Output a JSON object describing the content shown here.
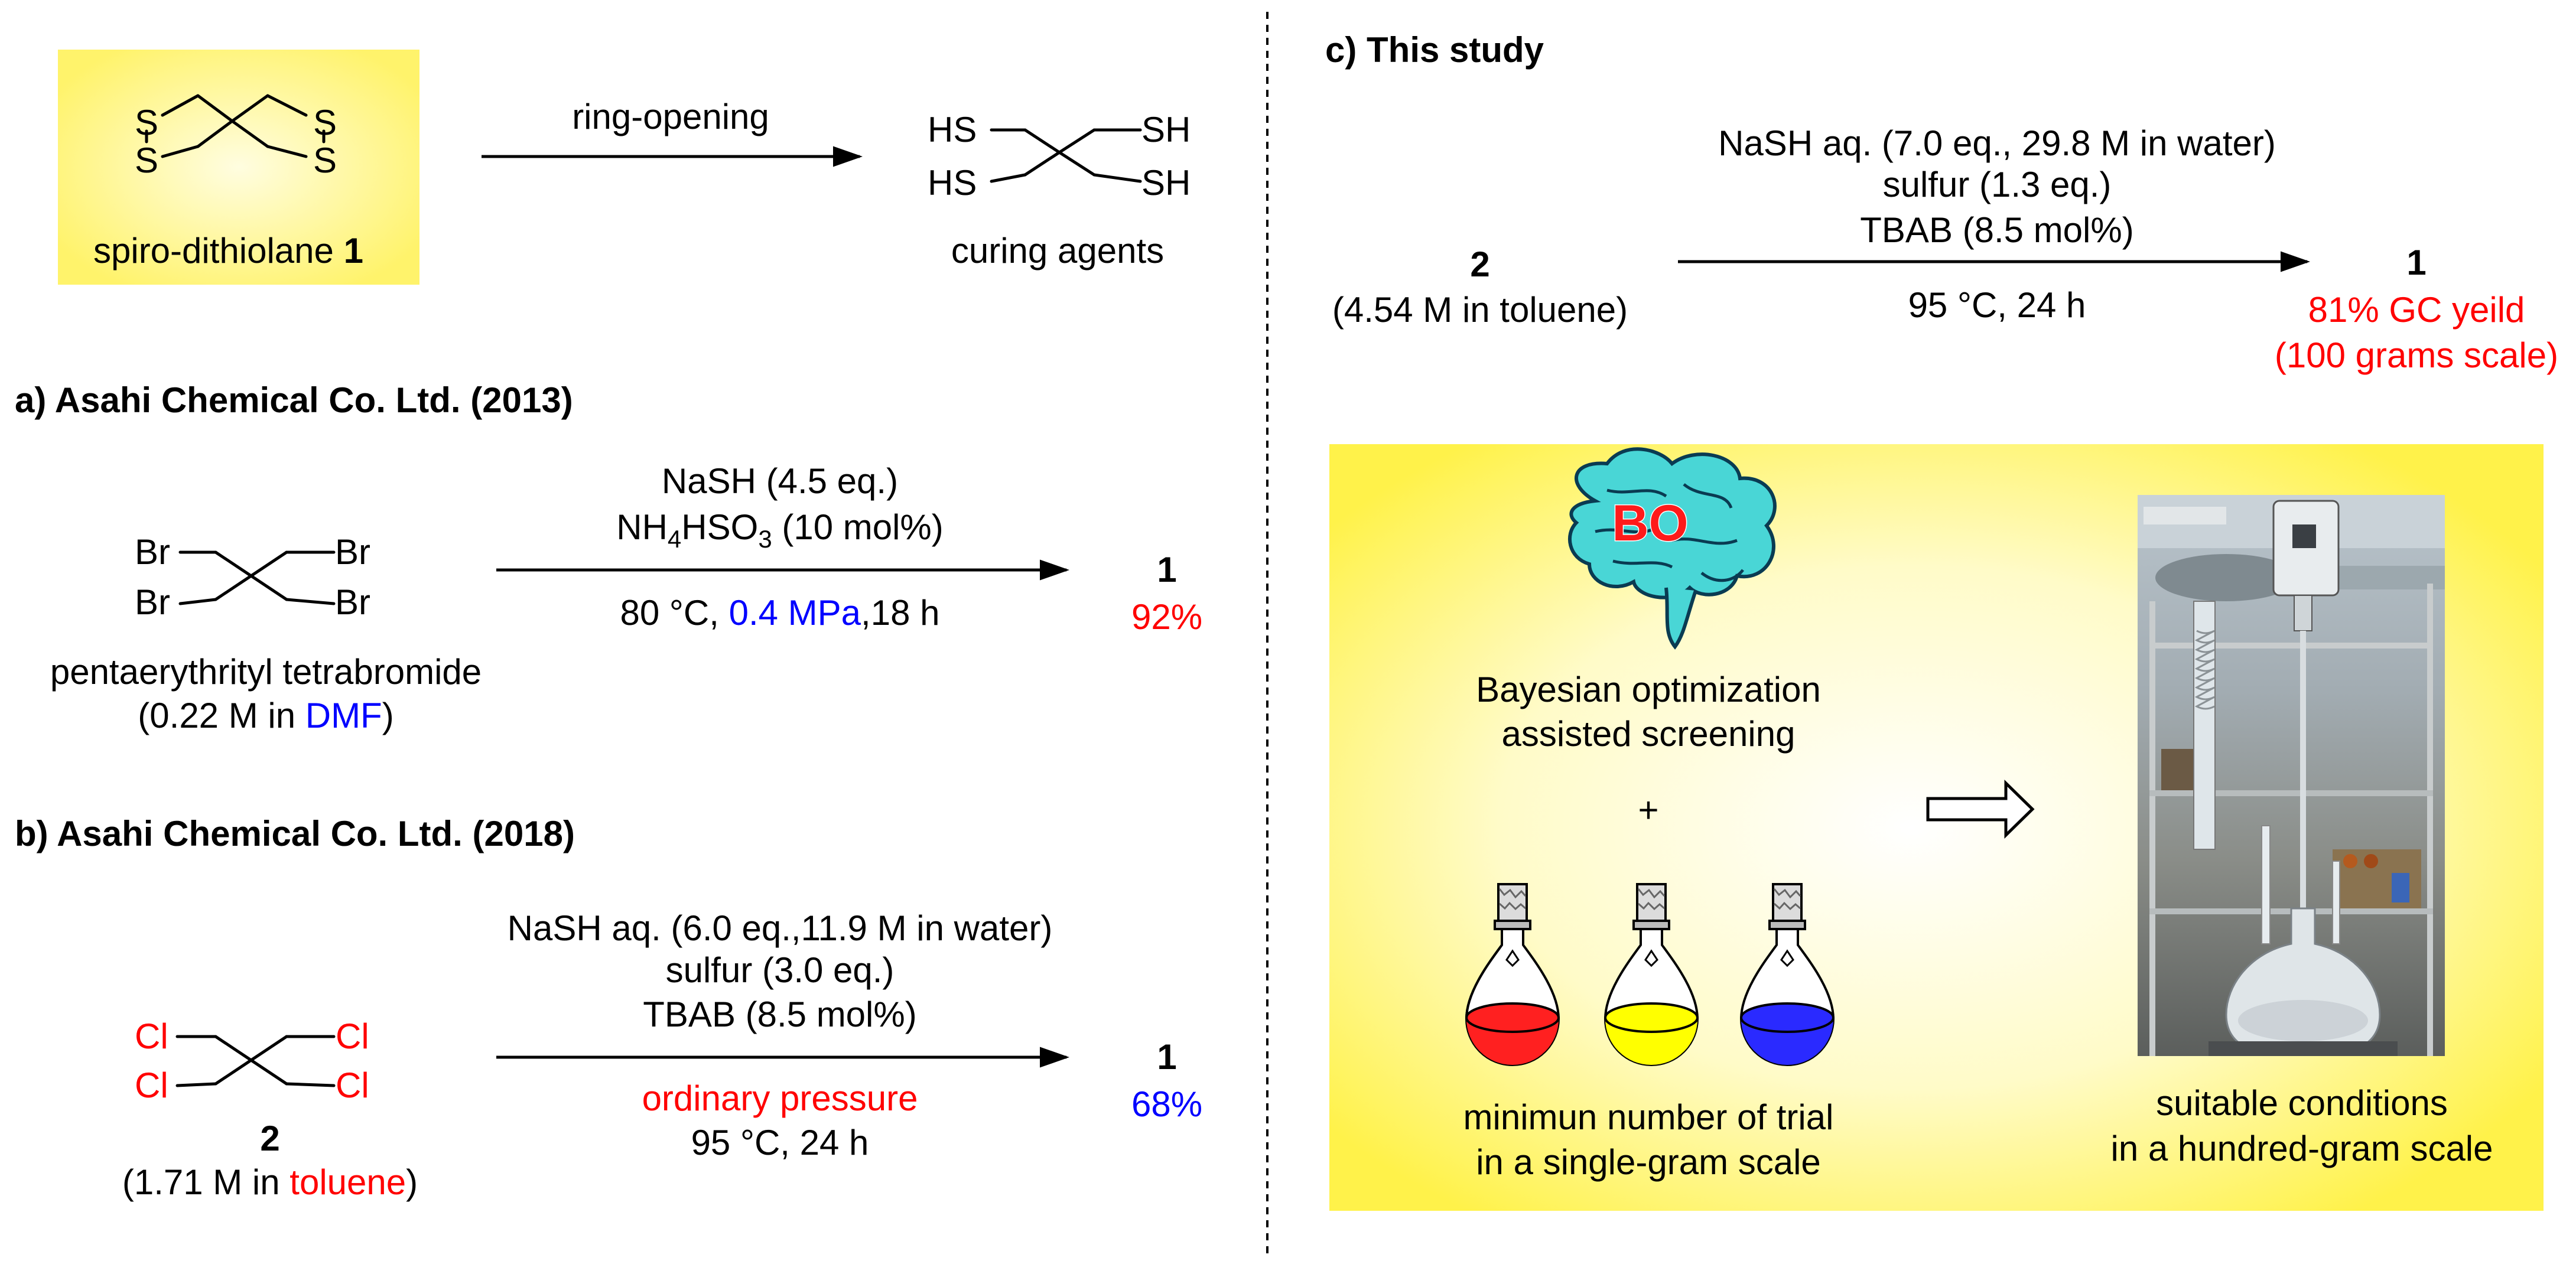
{
  "top": {
    "compound_name": "spiro-dithiolane",
    "compound_num": "1",
    "arrow_label": "ring-opening",
    "product_label": "curing agents",
    "atoms": {
      "S": "S",
      "HS": "HS",
      "SH": "SH"
    }
  },
  "a": {
    "heading": "a) Asahi Chemical Co. Ltd. (2013)",
    "reagent1": "NaSH (4.5 eq.)",
    "reagent2_pre": "NH",
    "reagent2_sub1": "4",
    "reagent2_mid": "HSO",
    "reagent2_sub2": "3",
    "reagent2_post": " (10 mol%)",
    "cond_temp": "80 °C, ",
    "cond_pressure": "0.4 MPa",
    "cond_time": ",18 h",
    "sm_name": "pentaerythrityl tetrabromide",
    "sm_conc_pre": "(0.22 M in ",
    "sm_solvent": "DMF",
    "sm_conc_post": ")",
    "product_num": "1",
    "yield": "92%",
    "atom": "Br"
  },
  "b": {
    "heading": "b) Asahi Chemical Co. Ltd. (2018)",
    "reagent1": "NaSH aq. (6.0 eq.,11.9 M in water)",
    "reagent2": "sulfur (3.0 eq.)",
    "reagent3": "TBAB (8.5 mol%)",
    "cond_pressure": "ordinary pressure",
    "cond_temp": "95 °C, 24 h",
    "sm_num": "2",
    "sm_conc_pre": "(1.71 M in ",
    "sm_solvent": "toluene",
    "sm_conc_post": ")",
    "product_num": "1",
    "yield": "68%",
    "atom": "Cl"
  },
  "c": {
    "heading": "c) This study",
    "reagent1": "NaSH aq. (7.0 eq., 29.8 M in water)",
    "reagent2": "sulfur (1.3 eq.)",
    "reagent3": "TBAB (8.5 mol%)",
    "cond": "95 °C, 24 h",
    "sm_num": "2",
    "sm_conc": "(4.54 M in toluene)",
    "product_num": "1",
    "yield": "81% GC yeild",
    "scale": "(100 grams scale)"
  },
  "panel": {
    "brain_text": "BO",
    "bo_line1": "Bayesian optimization",
    "bo_line2": "assisted screening",
    "plus": "+",
    "flask_line1": "minimun number of trial",
    "flask_line2": "in a single-gram scale",
    "photo_line1": "suitable conditions",
    "photo_line2": "in a hundred-gram scale",
    "flask_colors": [
      "#ff2020",
      "#ffff00",
      "#2a2aff"
    ]
  },
  "colors": {
    "red": "#ff0000",
    "blue": "#0000ff",
    "panel_yellow": "#fff24a",
    "highlight": "#fff36b"
  }
}
